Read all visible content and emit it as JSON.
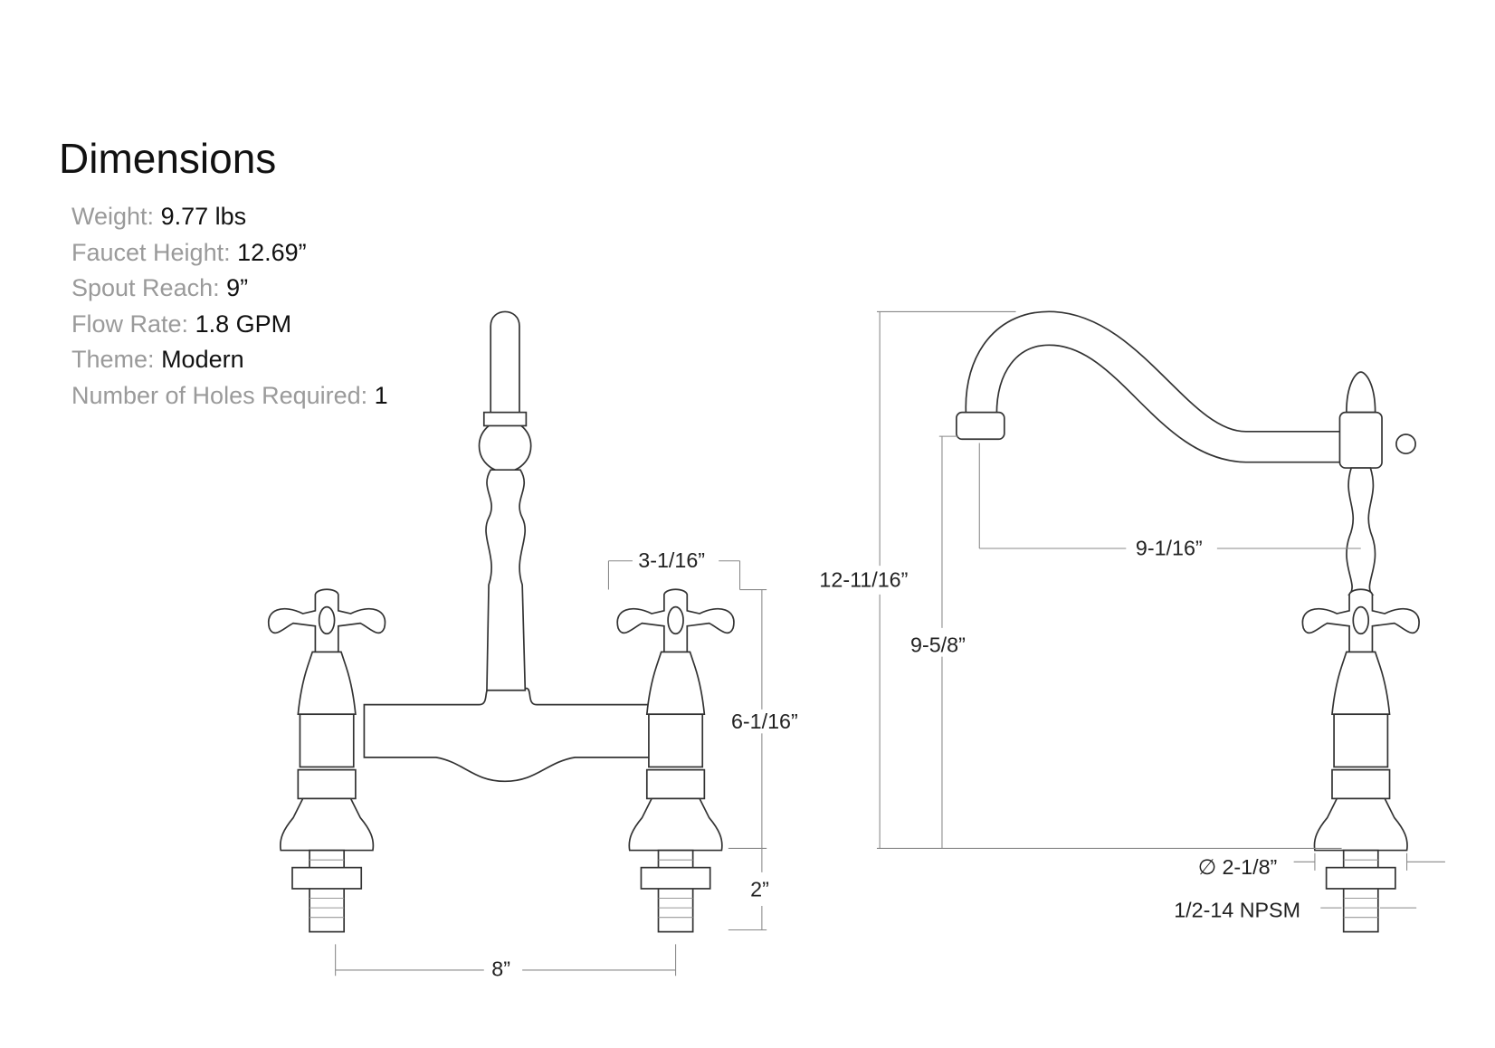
{
  "title": "Dimensions",
  "specs": [
    {
      "label": "Weight:",
      "value": "9.77 lbs"
    },
    {
      "label": "Faucet Height:",
      "value": "12.69”"
    },
    {
      "label": "Spout Reach:",
      "value": "9”"
    },
    {
      "label": "Flow Rate:",
      "value": "1.8 GPM"
    },
    {
      "label": "Theme:",
      "value": "Modern"
    },
    {
      "label": "Number of Holes Required:",
      "value": "1"
    }
  ],
  "front_view": {
    "handle_width": "3-1/16”",
    "deck_height": "6-1/16”",
    "shank_length": "2”",
    "center_spread": "8”"
  },
  "side_view": {
    "total_height": "12-11/16”",
    "spout_height": "9-5/8”",
    "spout_reach": "9-1/16”",
    "base_diameter": "∅ 2-1/8”",
    "thread": "1/2-14 NPSM"
  }
}
